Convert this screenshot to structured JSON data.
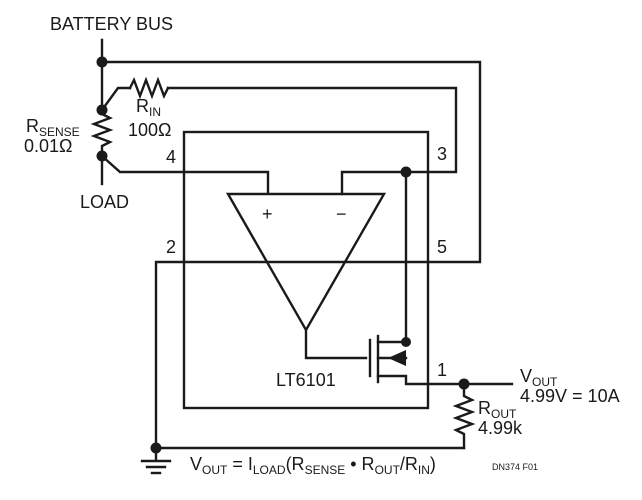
{
  "labels": {
    "battery_bus": "BATTERY BUS",
    "load": "LOAD",
    "rsense_main": "R",
    "rsense_sub": "SENSE",
    "rsense_value": "0.01Ω",
    "rin_main": "R",
    "rin_sub": "IN",
    "rin_value": "100Ω",
    "rout_main": "R",
    "rout_sub": "OUT",
    "rout_value": "4.99k",
    "vout_main": "V",
    "vout_sub": "OUT",
    "vout_value": "4.99V = 10A",
    "ic_name": "LT6101",
    "plus": "+",
    "minus": "−",
    "pin1": "1",
    "pin2": "2",
    "pin3": "3",
    "pin4": "4",
    "pin5": "5",
    "fig_id": "DN374 F01"
  },
  "formula": {
    "v": "V",
    "out_sub": "OUT",
    "eq_i": " = I",
    "load_sub": "LOAD",
    "open": "(R",
    "sense_sub": "SENSE",
    "dot_r": " • R",
    "out_sub2": "OUT",
    "slash_r": "/R",
    "in_sub": "IN",
    "close": ")"
  }
}
